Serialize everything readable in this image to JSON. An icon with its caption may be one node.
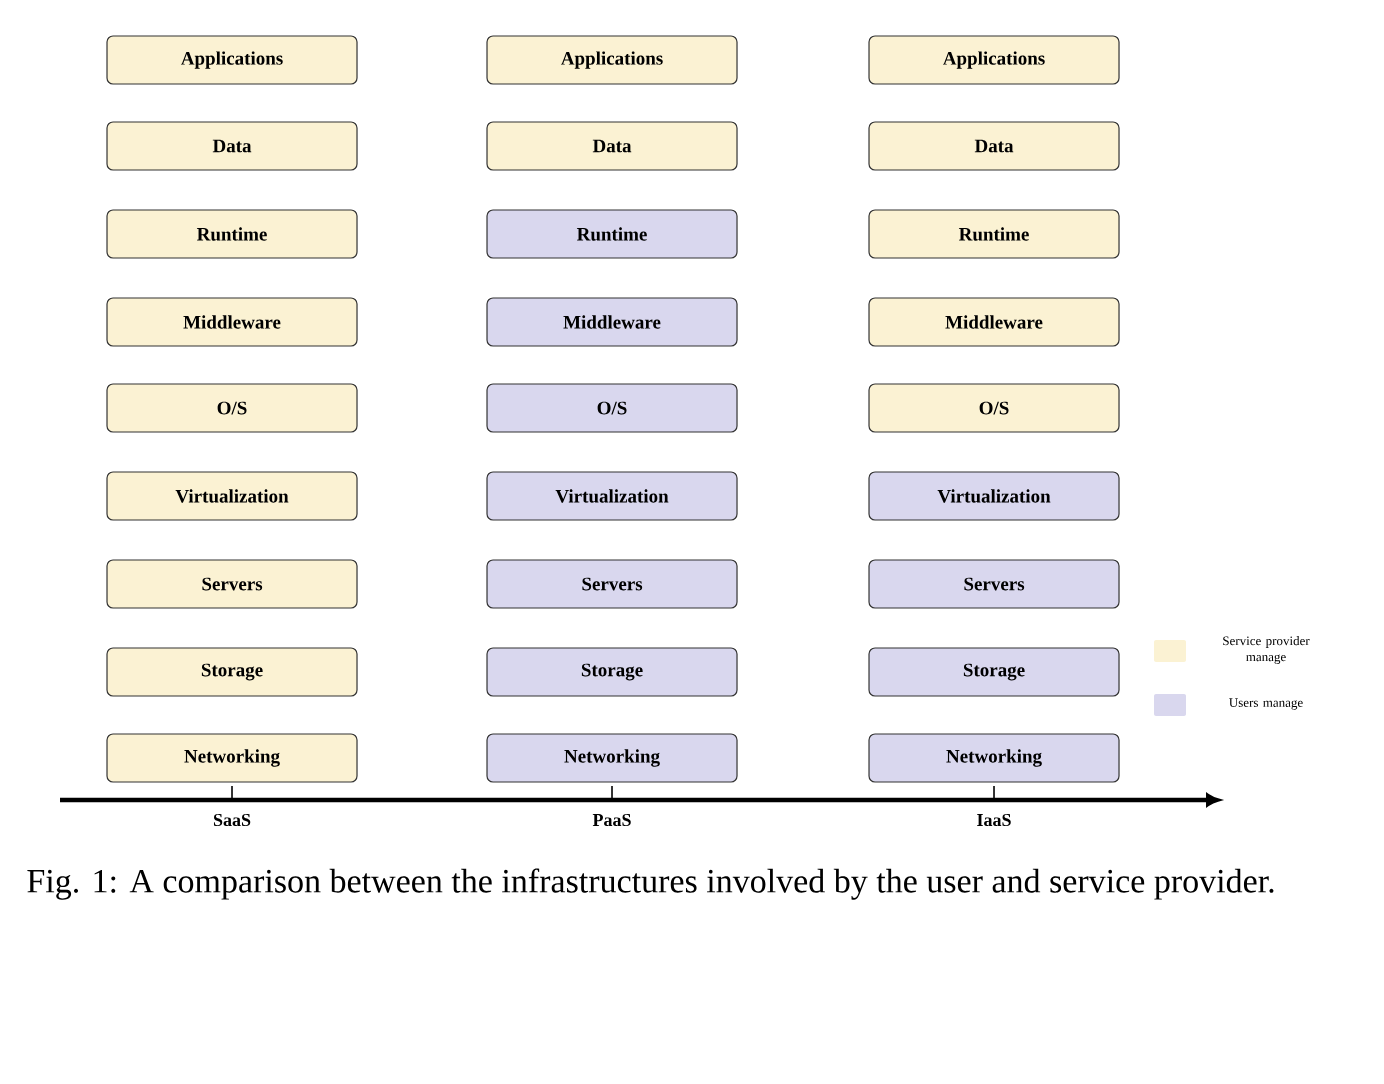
{
  "diagram": {
    "caption": "Fig. 1: A comparison between the infrastructures involved by the user and service provider.",
    "nodes": [
      {
        "text": [
          "Applications"
        ]
      },
      {
        "text": [
          "Data"
        ]
      },
      {
        "text": [
          "Runtime"
        ]
      },
      {
        "text": [
          "Middleware"
        ]
      },
      {
        "text": [
          "O/S"
        ]
      },
      {
        "text": [
          "Virtualization"
        ]
      },
      {
        "text": [
          "Servers"
        ]
      },
      {
        "text": [
          "Storage"
        ]
      },
      {
        "text": [
          "Networking"
        ]
      },
      {
        "text": [
          "Applications"
        ]
      },
      {
        "text": [
          "Data"
        ]
      },
      {
        "text": [
          "Runtime"
        ]
      },
      {
        "text": [
          "Middleware"
        ]
      },
      {
        "text": [
          "O/S"
        ]
      },
      {
        "text": [
          "Virtualization"
        ]
      },
      {
        "text": [
          "Servers"
        ]
      },
      {
        "text": [
          "Storage"
        ]
      },
      {
        "text": [
          "Networking"
        ]
      },
      {
        "text": [
          "Applications"
        ]
      },
      {
        "text": [
          "Data"
        ]
      },
      {
        "text": [
          "Runtime"
        ]
      },
      {
        "text": [
          "Middleware"
        ]
      },
      {
        "text": [
          "O/S"
        ]
      },
      {
        "text": [
          "Virtualization"
        ]
      },
      {
        "text": [
          "Servers"
        ]
      },
      {
        "text": [
          "Storage"
        ]
      },
      {
        "text": [
          "Networking"
        ]
      }
    ],
    "labels": [
      "SaaS",
      "PaaS",
      "IaaS"
    ],
    "legend": [
      {
        "text": "Service provider manage",
        "color": "#fbf2d3"
      },
      {
        "text": "Users manage",
        "color": "#d9d7ee"
      }
    ]
  }
}
